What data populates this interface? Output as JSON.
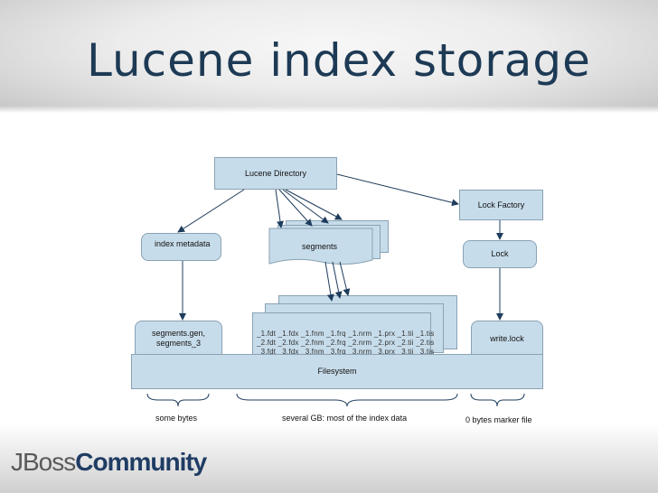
{
  "slide": {
    "title": "Lucene index storage"
  },
  "diagram": {
    "lucene_directory": "Lucene Directory",
    "lock_factory": "Lock Factory",
    "lock": "Lock",
    "index_metadata": "index metadata",
    "segments": "segments",
    "segments_gen_line1": "segments.gen,",
    "segments_gen_line2": "segments_3",
    "files_line1": "_1.fdt  _1.fdx  _1.fnm  _1.frq  _1.nrm  _1.prx  _1.tii  _1.tis",
    "files_line2": "_2.fdt  _2.fdx  _2.fnm  _2.frq  _2.nrm  _2.prx  _2.tii  _2.tis",
    "files_line3": "_3.fdt  _3.fdx  _3.fnm  _3.frq  _3.nrm  _3.prx  _3.tii  _3.tis",
    "write_lock": "write.lock",
    "filesystem": "Filesystem",
    "caption_left": "some bytes",
    "caption_middle": "several GB: most of the index data",
    "caption_right": "0 bytes marker file"
  },
  "logo": {
    "part1": "JBoss",
    "part2": "Community"
  }
}
